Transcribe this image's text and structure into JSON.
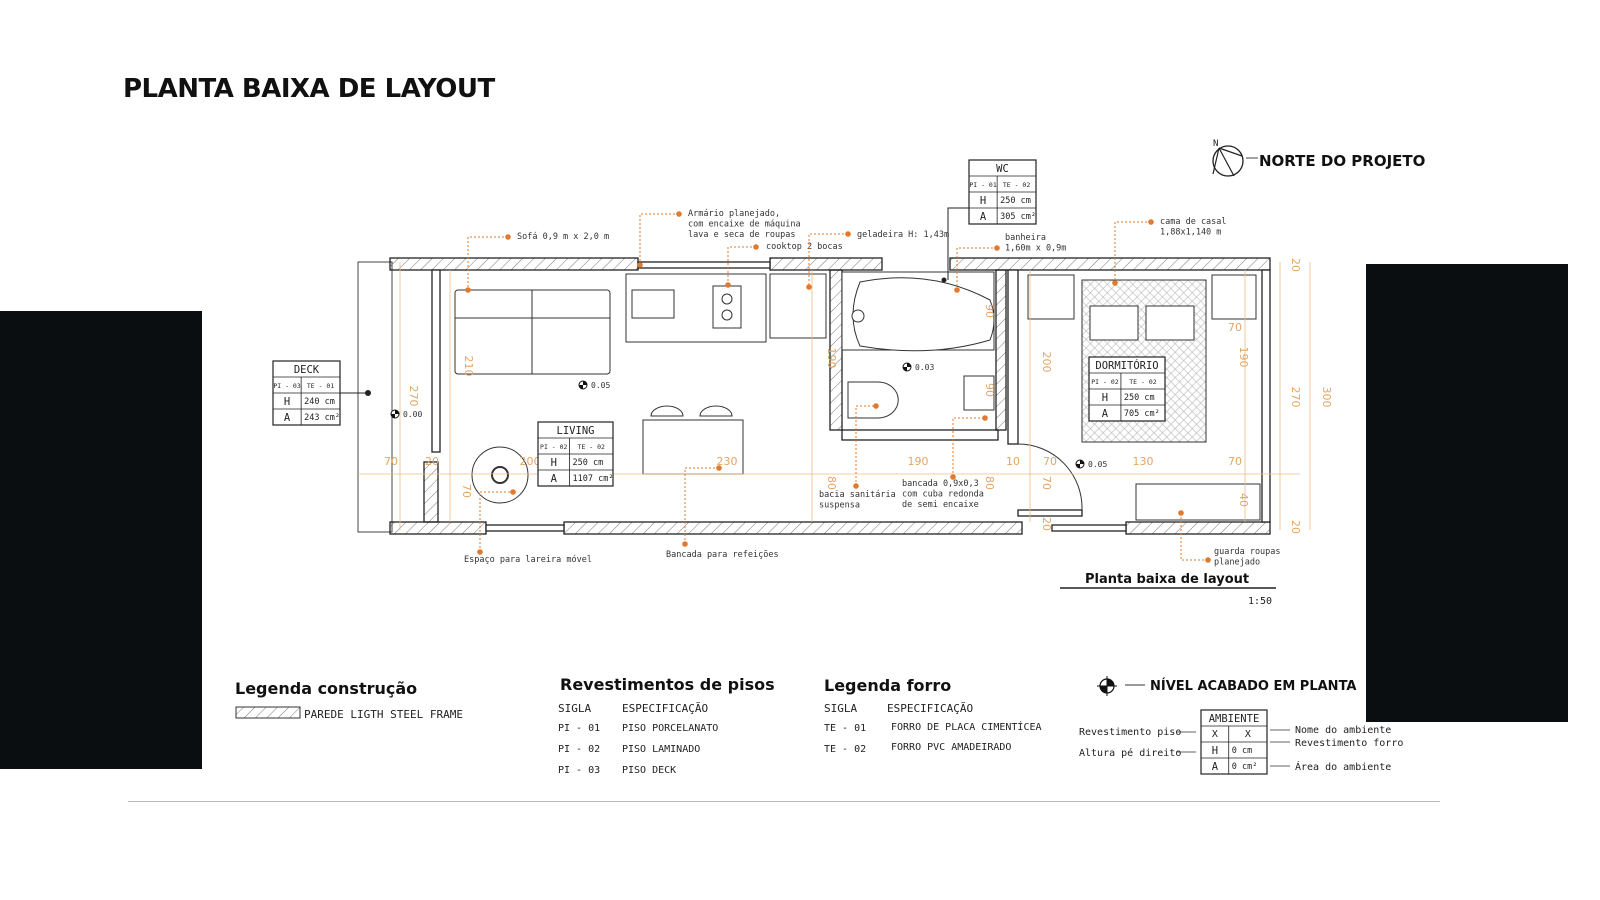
{
  "title": "PLANTA BAIXA DE LAYOUT",
  "north": {
    "label": "NORTE DO PROJETO",
    "letter": "N"
  },
  "rooms": [
    {
      "name": "DECK",
      "piso": "PI - 03",
      "forro": "TE - 01",
      "h_label": "H",
      "h": "240 cm",
      "a_label": "A",
      "a": "243 cm²"
    },
    {
      "name": "LIVING",
      "piso": "PI - 02",
      "forro": "TE - 02",
      "h_label": "H",
      "h": "250 cm",
      "a_label": "A",
      "a": "1107 cm²"
    },
    {
      "name": "WC",
      "piso": "PI - 01",
      "forro": "TE - 02",
      "h_label": "H",
      "h": "250 cm",
      "a_label": "A",
      "a": "305 cm²"
    },
    {
      "name": "DORMITÓRIO",
      "piso": "PI - 02",
      "forro": "TE - 02",
      "h_label": "H",
      "h": "250 cm",
      "a_label": "A",
      "a": "705 cm²"
    }
  ],
  "annotations": [
    {
      "lines": [
        "Sofá 0,9 m x 2,0 m"
      ]
    },
    {
      "lines": [
        "Armário planejado,",
        "com encaixe de máquina",
        "lava e seca de roupas"
      ]
    },
    {
      "lines": [
        "cooktop 2 bocas"
      ]
    },
    {
      "lines": [
        "geladeira H: 1,43m"
      ]
    },
    {
      "lines": [
        "banheira",
        "1,60m x 0,9m"
      ]
    },
    {
      "lines": [
        "cama de casal",
        "1,88x1,140 m"
      ]
    },
    {
      "lines": [
        "bacia sanitária",
        "suspensa"
      ]
    },
    {
      "lines": [
        "bancada 0,9x0,3",
        "com cuba redonda",
        "de semi encaixe"
      ]
    },
    {
      "lines": [
        "Espaço para lareira móvel"
      ]
    },
    {
      "lines": [
        "Bancada para refeições"
      ]
    },
    {
      "lines": [
        "guarda roupas",
        "planejado"
      ]
    }
  ],
  "dimensions": [
    "210",
    "270",
    "70",
    "20",
    "200",
    "70",
    "230",
    "190",
    "90",
    "90",
    "200",
    "190",
    "10",
    "70",
    "130",
    "70",
    "80",
    "80",
    "70",
    "20",
    "40",
    "70",
    "190",
    "270",
    "300",
    "20",
    "20"
  ],
  "levels": [
    "0.00",
    "0.05",
    "0.03",
    "0.05"
  ],
  "drawing": {
    "caption": "Planta baixa de layout",
    "scale": "1:50"
  },
  "legend_construcao": {
    "heading": "Legenda construção",
    "item": "PAREDE LIGTH STEEL FRAME"
  },
  "legend_pisos": {
    "heading": "Revestimentos de pisos",
    "col1": "SIGLA",
    "col2": "ESPECIFICAÇÃO",
    "rows": [
      {
        "sigla": "PI - 01",
        "spec": "PISO PORCELANATO"
      },
      {
        "sigla": "PI - 02",
        "spec": "PISO LAMINADO"
      },
      {
        "sigla": "PI - 03",
        "spec": "PISO DECK"
      }
    ]
  },
  "legend_forro": {
    "heading": "Legenda forro",
    "col1": "SIGLA",
    "col2": "ESPECIFICAÇÃO",
    "rows": [
      {
        "sigla": "TE - 01",
        "spec": "FORRO DE PLACA CIMENTÍCEA"
      },
      {
        "sigla": "TE - 02",
        "spec": "FORRO PVC AMADEIRADO"
      }
    ]
  },
  "legend_nivel": {
    "heading": "NÍVEL ACABADO EM PLANTA",
    "tag": {
      "name": "AMBIENTE",
      "piso": "X",
      "forro": "X",
      "h_label": "H",
      "h": "0 cm",
      "a_label": "A",
      "a": "0 cm²"
    },
    "left_labels": [
      "Revestimento piso",
      "Altura pé direito"
    ],
    "right_labels": [
      "Nome do ambiente",
      "Revestimento forro",
      "Área do ambiente"
    ]
  },
  "colors": {
    "accent": "#e07a2e",
    "dimension": "#e3a565",
    "line": "#222222",
    "panel": "#0b0e10"
  }
}
